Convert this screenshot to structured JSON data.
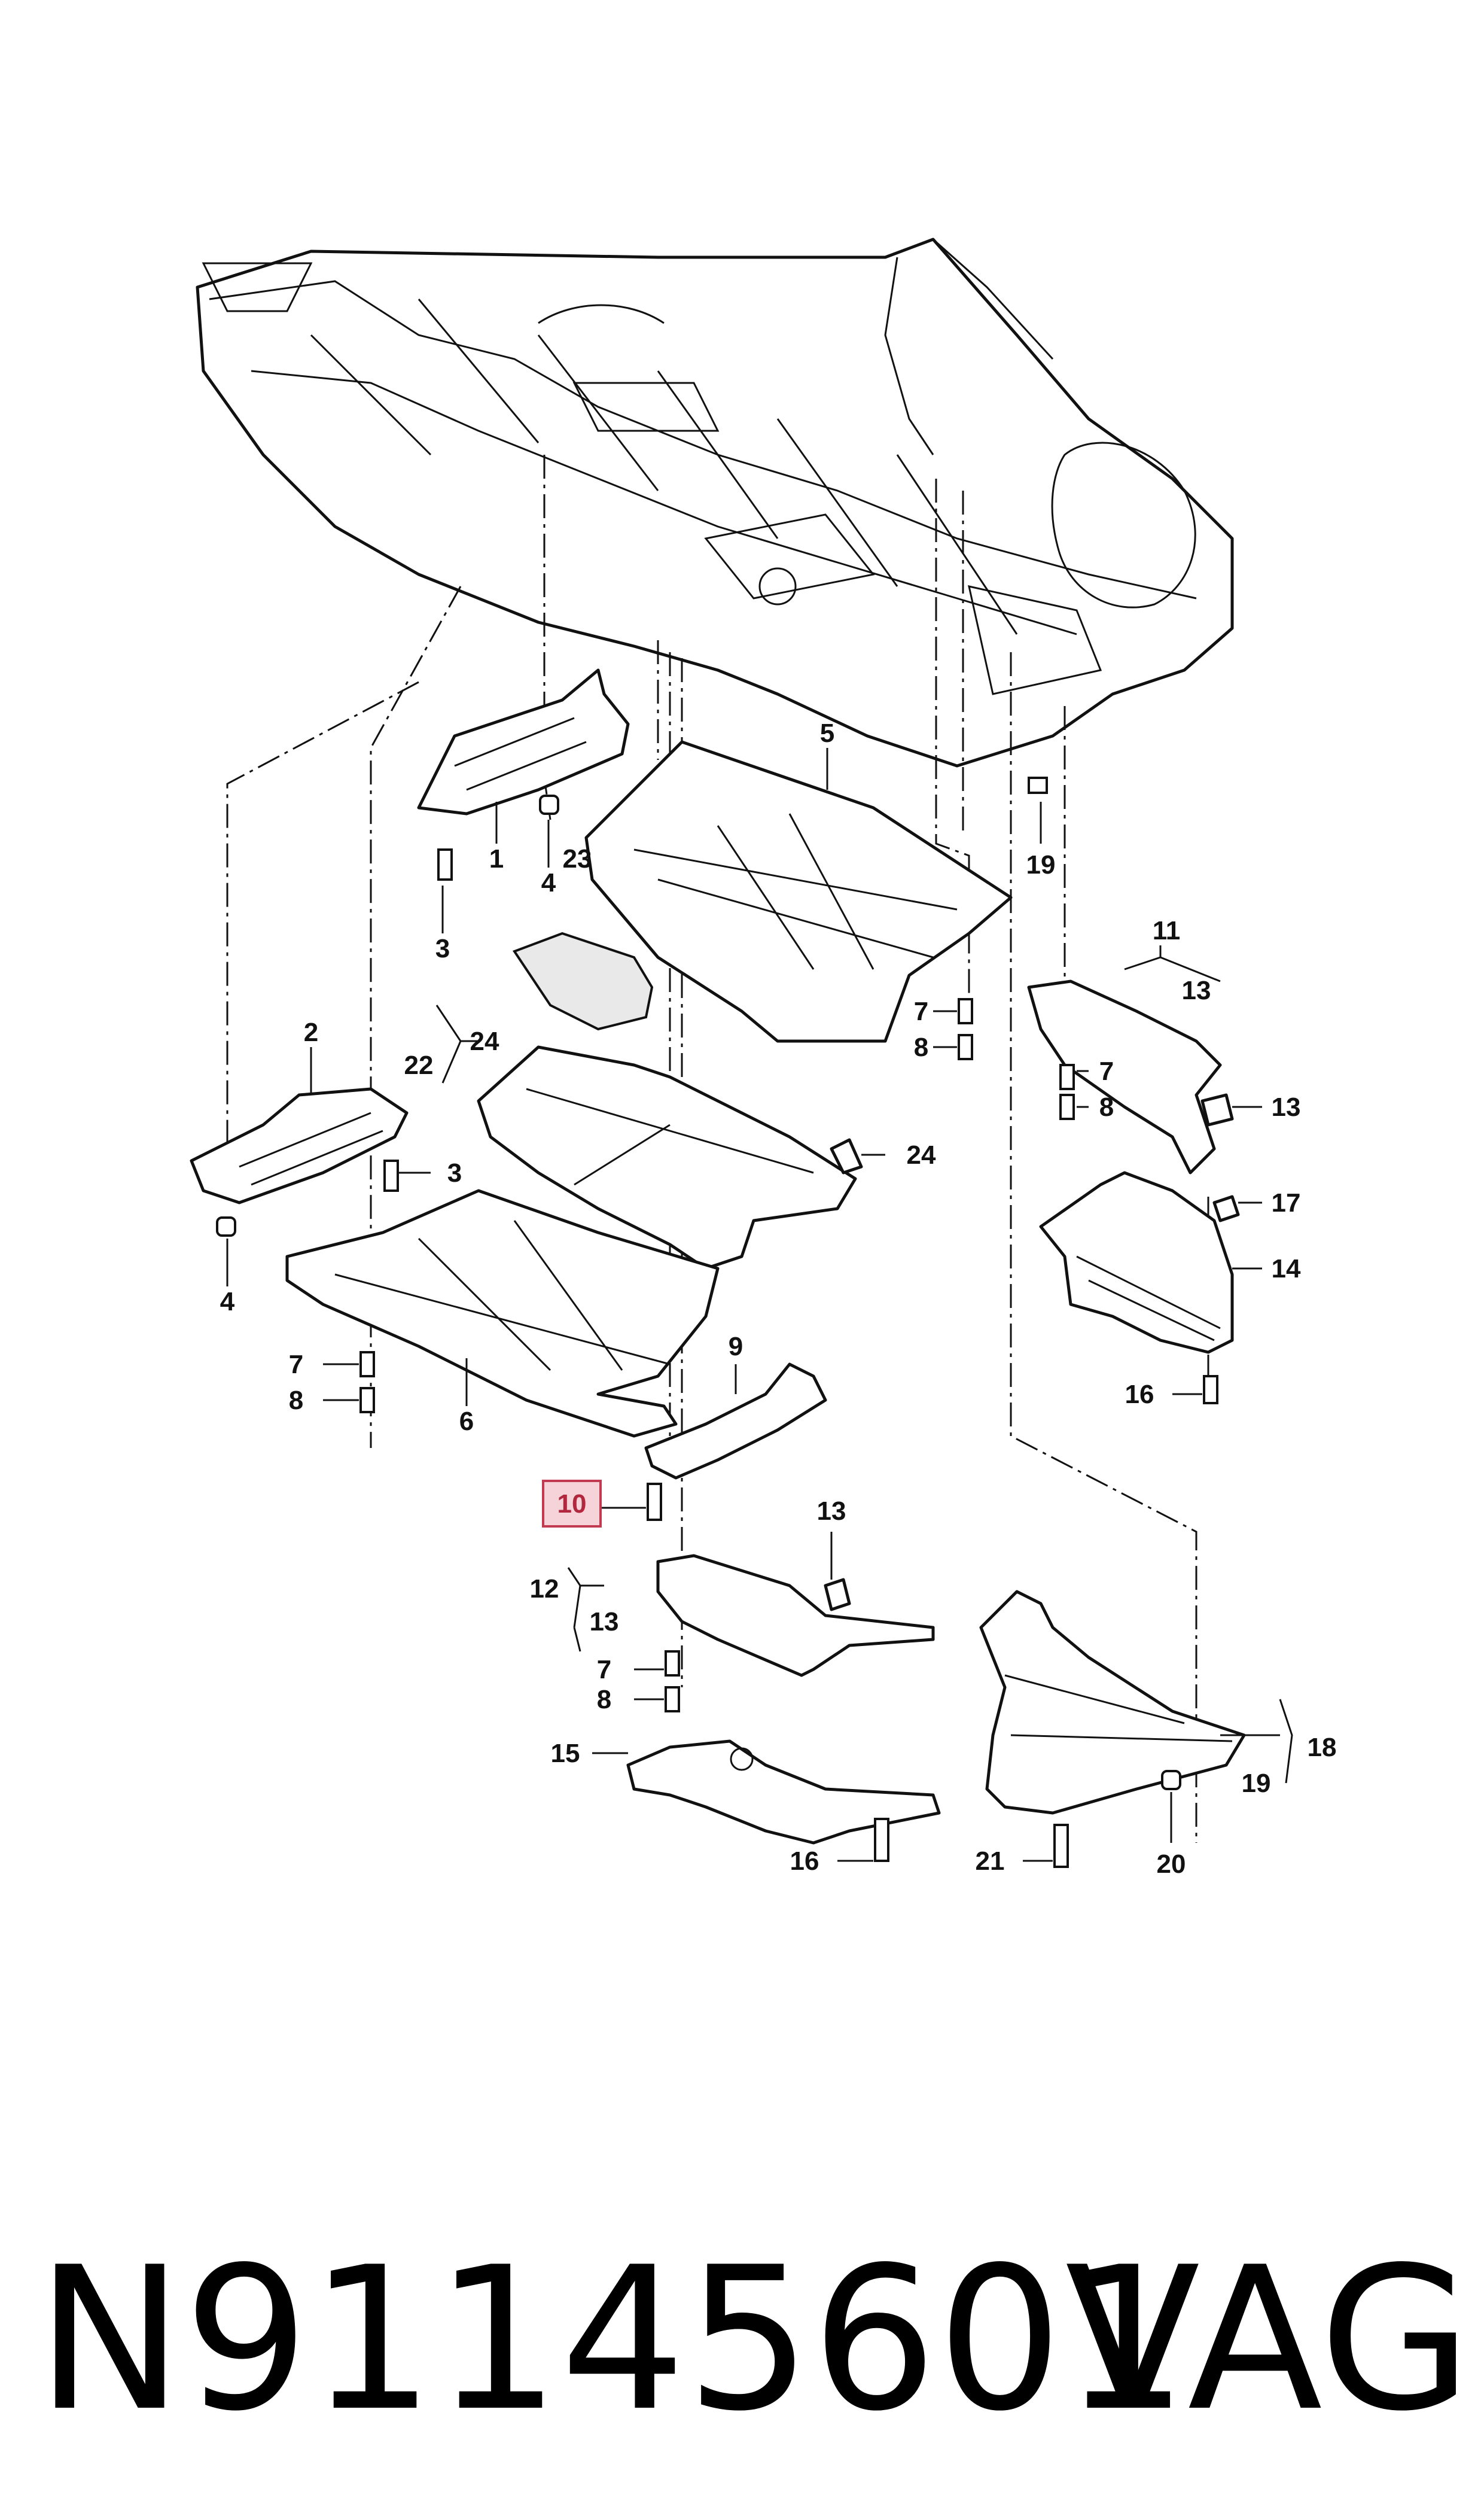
{
  "callouts": {
    "c1": "1",
    "c2": "2",
    "c3a": "3",
    "c3b": "3",
    "c4a": "4",
    "c4b": "4",
    "c5": "5",
    "c6": "6",
    "c7a": "7",
    "c7b": "7",
    "c7c": "7",
    "c7d": "7",
    "c8a": "8",
    "c8b": "8",
    "c8c": "8",
    "c8d": "8",
    "c9": "9",
    "c10": "10",
    "c11": "11",
    "c12": "12",
    "c13a": "13",
    "c13b": "13",
    "c13c": "13",
    "c13d": "13",
    "c14": "14",
    "c15": "15",
    "c16a": "16",
    "c16b": "16",
    "c17": "17",
    "c18": "18",
    "c19a": "19",
    "c19b": "19",
    "c20": "20",
    "c21": "21",
    "c22": "22",
    "c23": "23",
    "c24a": "24",
    "c24b": "24"
  },
  "highlight": {
    "callout": "10",
    "color": "#c23a50",
    "fill": "#f6d3d8"
  },
  "caption": {
    "part_number": "N91145601",
    "brand": "VAG"
  }
}
